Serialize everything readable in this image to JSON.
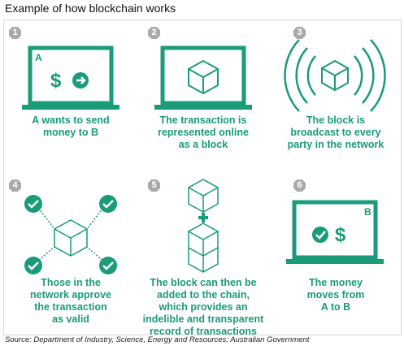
{
  "title": "Example of how blockchain works",
  "accent_color": "#1a9b7a",
  "badge_color": "#a9aaab",
  "steps": [
    {
      "number": "1",
      "caption": [
        "A wants to send",
        "money to B"
      ],
      "icon": "laptop-with-dollar-send-icon",
      "screen_label": "A",
      "screen_symbol": "$"
    },
    {
      "number": "2",
      "caption": [
        "The transaction is",
        "represented online",
        "as a block"
      ],
      "icon": "laptop-with-block-icon"
    },
    {
      "number": "3",
      "caption": [
        "The block is",
        "broadcast to every",
        "party in the network"
      ],
      "icon": "broadcast-block-icon"
    },
    {
      "number": "4",
      "caption": [
        "Those in the",
        "network approve",
        "the transaction",
        "as valid"
      ],
      "icon": "approved-block-icon"
    },
    {
      "number": "5",
      "caption": [
        "The block can then be",
        "added to the chain,",
        "which provides an",
        "indelible and transparent",
        "record of transactions"
      ],
      "icon": "block-chain-icon"
    },
    {
      "number": "6",
      "caption": [
        "The money",
        "moves from",
        "A to B"
      ],
      "icon": "laptop-with-check-dollar-icon",
      "screen_label": "B",
      "screen_symbol": "$"
    }
  ],
  "source": "Source: Department of Industry, Science, Energy and Resources; Australian Government"
}
